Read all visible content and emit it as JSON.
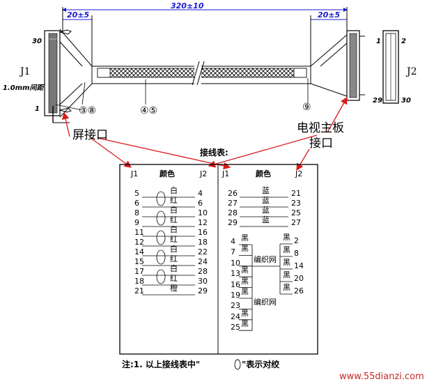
{
  "dimensions": {
    "left_offset": "20±5",
    "total_length": "320±10",
    "right_offset": "20±5"
  },
  "left_connector": {
    "label": "J1",
    "pitch": "1.0mm间距",
    "pin_top": "30",
    "pin_bottom": "1",
    "caption": "屏接口"
  },
  "right_connector": {
    "label": "J2",
    "pin_top_left": "1",
    "pin_top_right": "2",
    "pin_bottom_left": "29",
    "pin_bottom_right": "30",
    "caption_line1": "电视主板",
    "caption_line2": "接口"
  },
  "callouts": {
    "c38": "③⑧",
    "c45": "④⑤",
    "c9": "⑨"
  },
  "wiring_table": {
    "title": "接线表:",
    "left": {
      "h_j1": "J1",
      "h_color": "颜色",
      "h_j2": "J2",
      "rows": [
        {
          "a": "5",
          "c": "白",
          "b": "4"
        },
        {
          "a": "6",
          "c": "红",
          "b": "6"
        },
        {
          "a": "8",
          "c": "白",
          "b": "10"
        },
        {
          "a": "9",
          "c": "红",
          "b": "12"
        },
        {
          "a": "11",
          "c": "白",
          "b": "16"
        },
        {
          "a": "12",
          "c": "红",
          "b": "18"
        },
        {
          "a": "14",
          "c": "白",
          "b": "22"
        },
        {
          "a": "15",
          "c": "红",
          "b": "24"
        },
        {
          "a": "17",
          "c": "白",
          "b": "28"
        },
        {
          "a": "18",
          "c": "红",
          "b": "30"
        },
        {
          "a": "21",
          "c": "橙",
          "b": "29"
        }
      ]
    },
    "right": {
      "h_j1": "J1",
      "h_color": "颜色",
      "h_j2": "J2",
      "rows": [
        {
          "a": "26",
          "c": "蓝",
          "b": "21"
        },
        {
          "a": "27",
          "c": "蓝",
          "b": "23"
        },
        {
          "a": "28",
          "c": "蓝",
          "b": "25"
        },
        {
          "a": "29",
          "c": "蓝",
          "b": "27"
        }
      ],
      "ground_left": [
        {
          "pin": "4",
          "c": "黑"
        },
        {
          "pin": "7",
          "c": "黑"
        },
        {
          "pin": "10",
          "c": "编织网"
        },
        {
          "pin": "13",
          "c": "黑"
        },
        {
          "pin": "16",
          "c": "黑"
        },
        {
          "pin": "19",
          "c": "黑"
        },
        {
          "pin": "23",
          "c": "编织网"
        },
        {
          "pin": "24",
          "c": "黑"
        },
        {
          "pin": "25",
          "c": "黑"
        }
      ],
      "ground_right": [
        {
          "pin": "2",
          "c": "黑"
        },
        {
          "pin": "8",
          "c": "黑"
        },
        {
          "pin": "14",
          "c": "黑"
        },
        {
          "pin": "20",
          "c": "黑"
        },
        {
          "pin": "26",
          "c": "黑"
        }
      ]
    }
  },
  "note": {
    "prefix": "注:1. 以上接线表中\"",
    "suffix": "\"表示对绞"
  },
  "watermark": "www.55dianzi.com"
}
